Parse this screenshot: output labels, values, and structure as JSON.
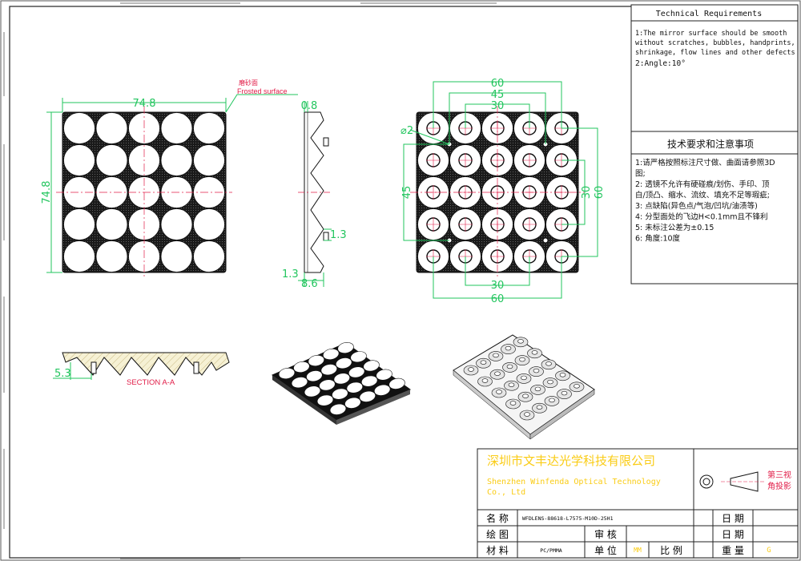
{
  "tech_req_en": {
    "title": "Technical Requirements",
    "line1": "1:The mirror surface should be smooth",
    "line2": "without scratches, bubbles, handprints,",
    "line3": "shrinkage, flow lines and other defects",
    "line4": "2:Angle:10°"
  },
  "tech_req_cn": {
    "title": "技术要求和注意事项",
    "items": [
      "1:请严格按照标注尺寸做、曲面请参照3D",
      "图;",
      "2: 透镜不允许有硬碰痕/划伤、手印、顶",
      "白/顶凸、缩水、流纹、填充不足等瑕疵;",
      "3: 点缺陷(异色点/气泡/凹坑/油渍等)",
      "4: 分型面处的飞边H<0.1mm且不锋利",
      "5: 未标注公差为±0.15",
      "6: 角度:10度"
    ]
  },
  "front_view": {
    "width_dim": "74.8",
    "height_dim": "74.8",
    "frosted_cn": "磨砂面",
    "frosted_en": "Frosted surface"
  },
  "side_view": {
    "top_dim": "0.8",
    "right_dim": "1.3",
    "bottom_left_dim": "1.3",
    "bottom_dim": "8.6"
  },
  "back_view": {
    "dim_60_top": "60",
    "dim_45_top": "45",
    "dim_30_top": "30",
    "dim_phi": "⌀2",
    "dim_45_left": "45",
    "dim_30_right": "30",
    "dim_60_right": "60",
    "dim_30_bottom": "30",
    "dim_60_bottom": "60"
  },
  "section": {
    "dim": "5.3",
    "label": "SECTION A-A"
  },
  "company": {
    "name_cn": "深圳市文丰达光学科技有限公司",
    "name_en_1": "Shenzhen Winfenda  Optical Technology",
    "name_en_2": "Co., Ltd",
    "projection_1": "第三视",
    "projection_2": "角投影"
  },
  "title_block": {
    "name_label": "名 称",
    "name_value": "WFDLENS-88618-L7575-M10D-25H1",
    "draw_label": "绘 图",
    "review_label": "审 核",
    "material_label": "材 料",
    "material_value": "PC/PMMA",
    "unit_label": "单 位",
    "unit_value": "MM",
    "scale_label": "比 例",
    "date_label_1": "日 期",
    "date_label_2": "日 期",
    "weight_label": "重 量",
    "weight_value": "G"
  }
}
